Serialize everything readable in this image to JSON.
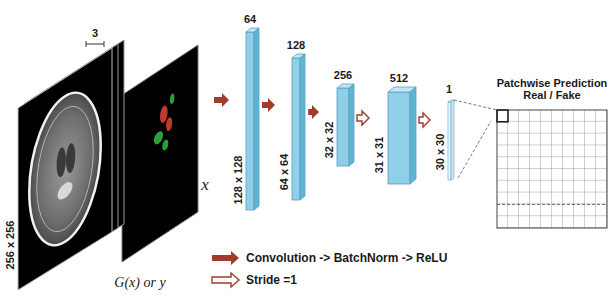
{
  "diagram": {
    "nodes": [
      {
        "text": [
          "256 x 256",
          "3",
          "x",
          "G(x) or y"
        ]
      },
      {
        "text": [
          "64",
          "128 x 128"
        ]
      },
      {
        "text": [
          "128",
          "64 x 64"
        ]
      },
      {
        "text": [
          "256",
          "32 x 32"
        ]
      },
      {
        "text": [
          "512",
          "31 x 31"
        ]
      },
      {
        "text": [
          "1",
          "30 x 30"
        ]
      },
      {
        "text": [
          "Patchwise Prediction Real / Fake"
        ]
      }
    ],
    "edges": [
      {
        "from": 0,
        "to": 1,
        "arrow": "to"
      },
      {
        "from": 1,
        "to": 2,
        "arrow": "to"
      },
      {
        "from": 2,
        "to": 3,
        "arrow": "to"
      },
      {
        "from": 3,
        "to": 4,
        "arrow": "to"
      },
      {
        "from": 4,
        "to": 5,
        "arrow": "to"
      },
      {
        "from": 5,
        "to": 6,
        "arrow": "none"
      }
    ],
    "legend": [
      {
        "text": "Convolution -> BatchNorm -> ReLU"
      },
      {
        "text": "Stride =1"
      }
    ]
  }
}
